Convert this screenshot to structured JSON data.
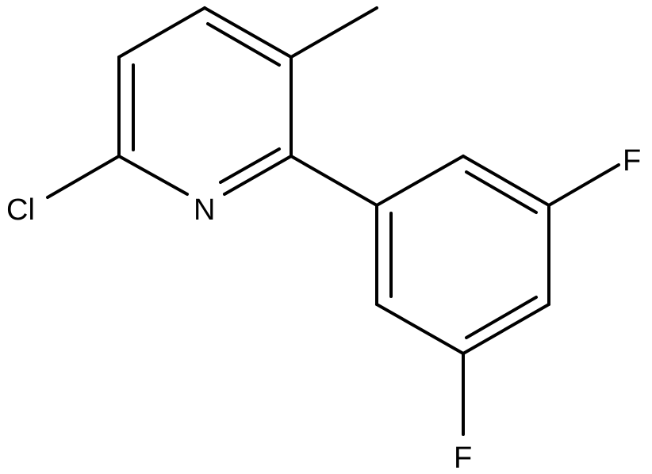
{
  "molecule": {
    "atoms": {
      "chlorine": "Cl",
      "nitrogen": "N",
      "fluorine_top": "F",
      "fluorine_bottom": "F"
    },
    "colors": {
      "bond": "#000000",
      "label": "#000000",
      "background": "#ffffff"
    }
  }
}
